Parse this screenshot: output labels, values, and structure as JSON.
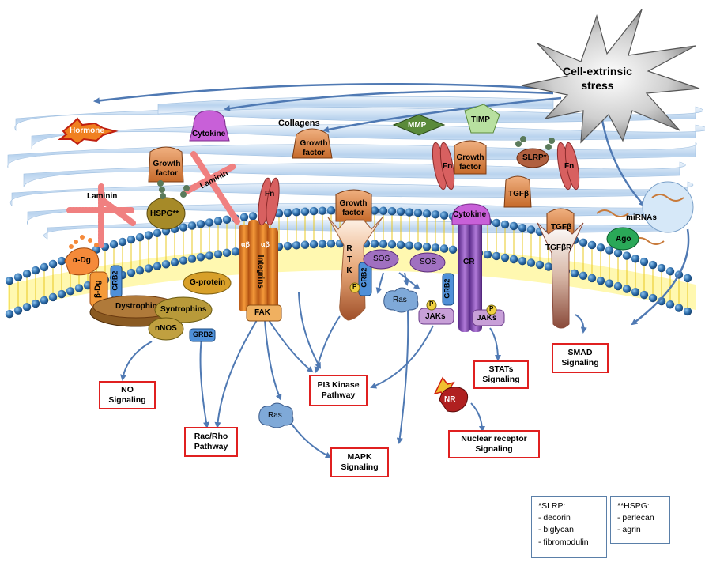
{
  "stress": {
    "line1": "Cell-extrinsic",
    "line2": "stress"
  },
  "ecm": {
    "hormone": "Hormone",
    "cytokine_top": "Cytokine",
    "collagens": "Collagens",
    "mmp": "MMP",
    "timp": "TIMP",
    "growth_factor": "Growth factor",
    "laminin": "Laminin",
    "hspg": "HSPG**",
    "fn": "Fn",
    "slrp": "SLRP*",
    "tgfb": "TGFβ",
    "mirnas": "miRNAs",
    "ago": "Ago"
  },
  "membrane": {
    "a_dg": "α-Dg",
    "b_dg": "β-Dg",
    "grb2": "GRB2",
    "dystrophin": "Dystrophin",
    "g_protein": "G-protein",
    "syntrophins": "Syntrophins",
    "nnos": "nNOS",
    "integrins": "Integrins",
    "ab": "αβ",
    "fak": "FAK",
    "rtk": "R T K",
    "p": "P",
    "sos": "SOS",
    "ras": "Ras",
    "cytokine_receptor": "Cytokine",
    "cr": "CR",
    "jaks": "JAKs",
    "tgfbr": "TGFβR",
    "nr": "NR"
  },
  "pathways": {
    "no": "NO Signaling",
    "rac_rho": "Rac/Rho Pathway",
    "pi3k": "PI3 Kinase Pathway",
    "mapk": "MAPK Signaling",
    "stats": "STATs Signaling",
    "smad": "SMAD Signaling",
    "nuclear": "Nuclear receptor Signaling"
  },
  "legend": {
    "slrp_title": "*SLRP:",
    "slrp_items": [
      "- decorin",
      "- biglycan",
      "- fibromodulin"
    ],
    "hspg_title": "**HSPG:",
    "hspg_items": [
      "- perlecan",
      "- agrin"
    ]
  }
}
